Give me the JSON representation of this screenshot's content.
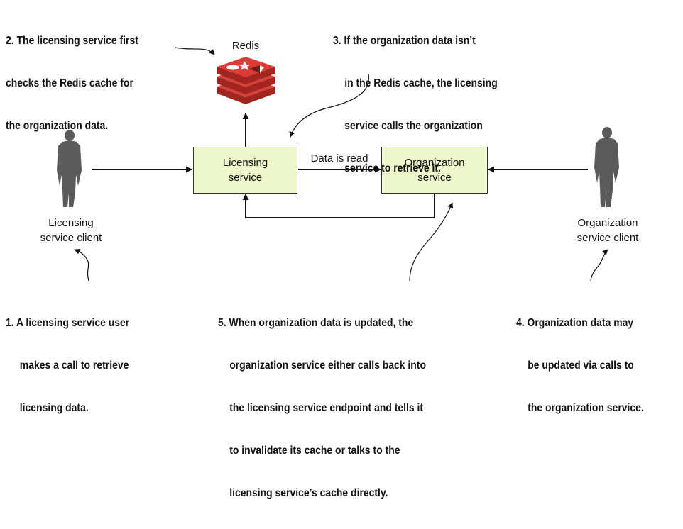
{
  "nodes": {
    "redis": {
      "label": "Redis"
    },
    "licensing_service": {
      "line1": "Licensing",
      "line2": "service"
    },
    "organization_service": {
      "line1": "Organization",
      "line2": "service"
    },
    "licensing_client": {
      "line1": "Licensing",
      "line2": "service client"
    },
    "organization_client": {
      "line1": "Organization",
      "line2": "service client"
    }
  },
  "edges": {
    "data_read": {
      "label": "Data is read"
    }
  },
  "notes": {
    "n1": {
      "num": "1.",
      "lines": [
        "A licensing service user",
        "makes a call to retrieve",
        "licensing data."
      ]
    },
    "n2": {
      "num": "2.",
      "lines": [
        "The licensing service first",
        "checks the Redis cache for",
        "the organization data."
      ]
    },
    "n3": {
      "num": "3.",
      "lines": [
        "If the organization data isn’t",
        "in the Redis cache, the licensing",
        "service calls the organization",
        "service to retrieve it."
      ]
    },
    "n4": {
      "num": "4.",
      "lines": [
        "Organization data may",
        "be updated via calls to",
        "the organization service."
      ]
    },
    "n5": {
      "num": "5.",
      "lines": [
        "When organization data is updated, the",
        "organization service either calls back into",
        "the licensing service endpoint and tells it",
        "to invalidate its cache or talks to the",
        "licensing service’s cache directly."
      ]
    }
  },
  "colors": {
    "box_fill": "#eef6cc",
    "redis_red": "#c8302a",
    "person": "#555555"
  },
  "icons": [
    "person-icon",
    "redis-logo-icon"
  ]
}
